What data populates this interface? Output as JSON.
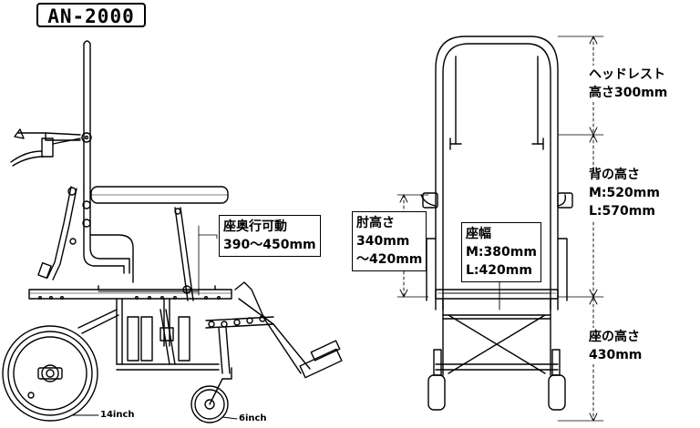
{
  "model": "AN-2000",
  "side_view": {
    "seat_depth_adjust": {
      "title": "座奥行可動",
      "value": "390～450mm"
    },
    "rear_wheel": "14inch",
    "front_caster": "6inch"
  },
  "front_view": {
    "headrest": {
      "title": "ヘッドレスト",
      "value": "高さ300mm"
    },
    "back_height": {
      "title": "背の高さ",
      "m": "M:520mm",
      "l": "L:570mm"
    },
    "armrest_height": {
      "title": "肘高さ",
      "min": "340mm",
      "max": "～420mm"
    },
    "seat_width": {
      "title": "座幅",
      "m": "M:380mm",
      "l": "L:420mm"
    },
    "seat_height": {
      "title": "座の高さ",
      "value": "430mm"
    }
  }
}
